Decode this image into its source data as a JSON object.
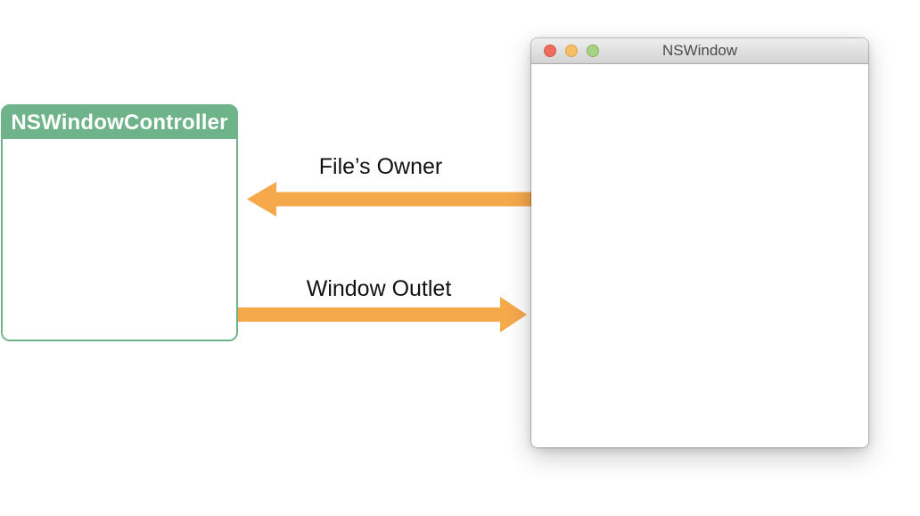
{
  "diagram": {
    "controller_box": {
      "title": "NSWindowController"
    },
    "window": {
      "title": "NSWindow",
      "traffic_lights": [
        {
          "name": "close",
          "color": "#EE6B60",
          "border": "#D9564A"
        },
        {
          "name": "minimize",
          "color": "#F5BE68",
          "border": "#E0A23F"
        },
        {
          "name": "zoom",
          "color": "#A8D385",
          "border": "#83B158"
        }
      ]
    },
    "connections": [
      {
        "label": "File’s Owner",
        "direction": "right-to-left"
      },
      {
        "label": "Window Outlet",
        "direction": "left-to-right"
      }
    ]
  },
  "colors": {
    "controller_green": "#6FB38B",
    "arrow_orange": "#F5A94B",
    "label_text": "#111111",
    "window_title_text": "#4B4B4B"
  }
}
